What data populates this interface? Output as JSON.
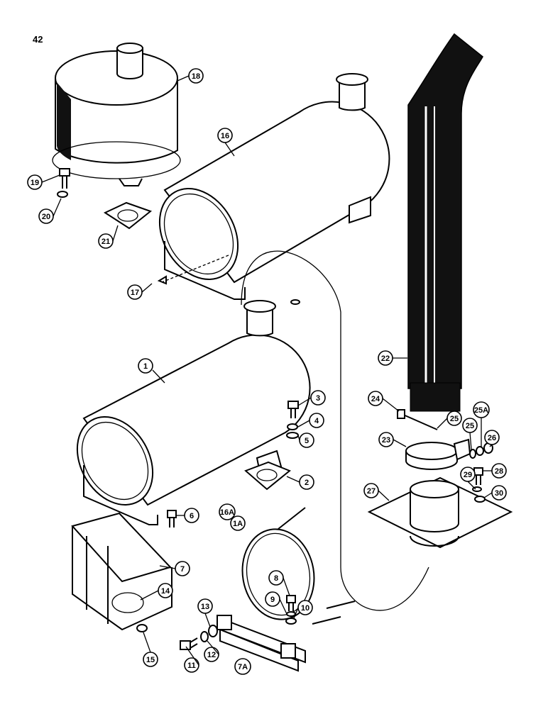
{
  "page": {
    "number": "42"
  },
  "callouts": {
    "c1": "1",
    "c2": "2",
    "c3": "3",
    "c4": "4",
    "c5": "5",
    "c6": "6",
    "c7": "7",
    "c8": "8",
    "c9": "9",
    "c10": "10",
    "c11": "11",
    "c12": "12",
    "c13": "13",
    "c14": "14",
    "c15": "15",
    "c16": "16",
    "c16A": "16A",
    "c1A": "1A",
    "c7A": "7A",
    "c17": "17",
    "c18": "18",
    "c19": "19",
    "c20": "20",
    "c21": "21",
    "c22": "22",
    "c23": "23",
    "c24": "24",
    "c25a": "25",
    "c25b": "25",
    "c25A": "25A",
    "c26": "26",
    "c27": "27",
    "c28": "28",
    "c29": "29",
    "c30": "30"
  }
}
